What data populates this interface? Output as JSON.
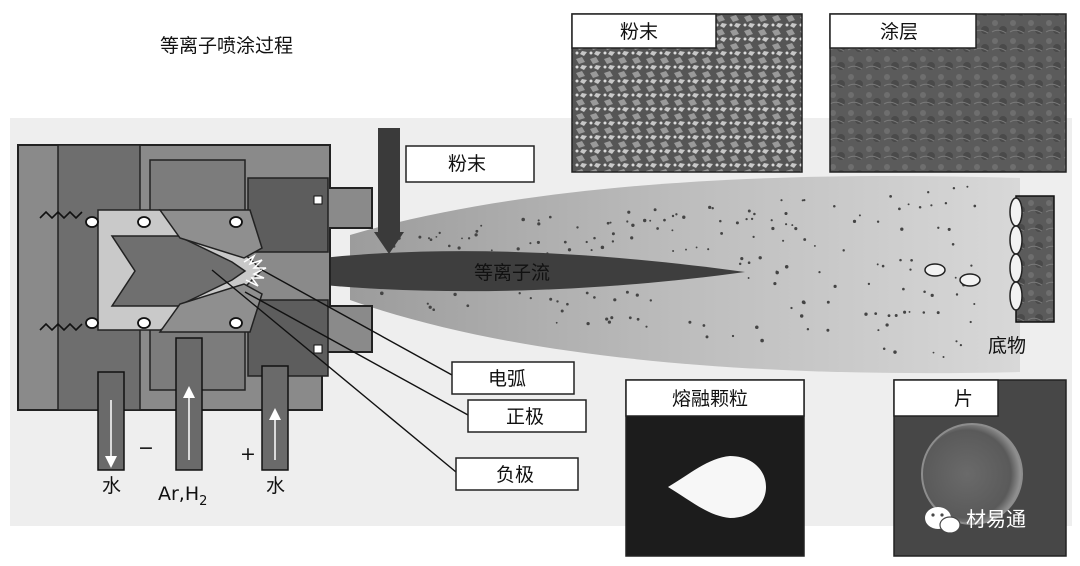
{
  "title": "等离子喷涂过程",
  "labels": {
    "powder": "粉末",
    "plasma_jet": "等离子流",
    "arc": "电弧",
    "anode": "正极",
    "cathode": "负极",
    "substrate": "底物",
    "water_in": "水",
    "water_out": "水",
    "gas": "Ar,H",
    "gas_sub": "2",
    "minus": "−",
    "plus": "+"
  },
  "insets": {
    "powder": "粉末",
    "coating": "涂层",
    "molten_particle": "熔融颗粒",
    "splat": "片"
  },
  "watermark": "材易通"
}
